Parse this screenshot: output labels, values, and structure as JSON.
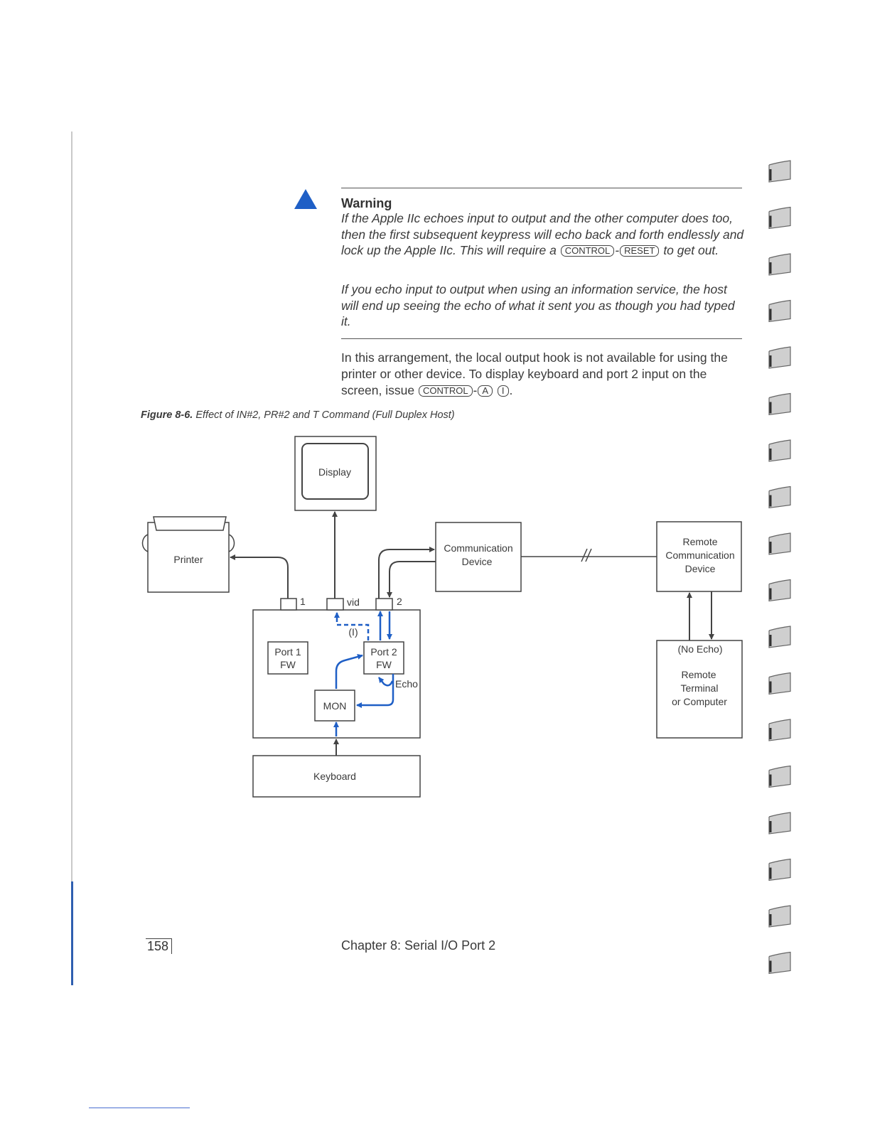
{
  "warning": {
    "title": "Warning",
    "text_1_pre": "If the Apple IIc echoes input to output and the other computer does too, then the first subsequent keypress will echo back and forth endlessly and lock up the Apple IIc. This will require a",
    "key_control": "CONTROL",
    "key_reset": "RESET",
    "text_1_post": "to get out.",
    "text_2": "If you echo input to output when using an information service, the host will end up seeing the echo of what it sent you as though you had typed it.",
    "icon": "warning-triangle-icon",
    "icon_color": "#1f5fc6"
  },
  "body": {
    "paragraph_pre": "In this arrangement, the local output hook is not available for using the printer or other device. To display keyboard and port 2 input on the screen, issue",
    "key_control": "CONTROL",
    "key_a": "A",
    "key_i": "I"
  },
  "figure": {
    "caption_label": "Figure 8-6.",
    "caption_text": "Effect of IN#2, PR#2 and T Command (Full Duplex Host)",
    "arrow_color": "#1f5fc6",
    "labels": {
      "display": "Display",
      "printer": "Printer",
      "comm_device_1": "Communication",
      "comm_device_2": "Device",
      "remote_comm_1": "Remote",
      "remote_comm_2": "Communication",
      "remote_comm_3": "Device",
      "port_1_number": "1",
      "vid": "vid",
      "port_2_number": "2",
      "i_label": "(I)",
      "port1_fw_1": "Port 1",
      "port1_fw_2": "FW",
      "port2_fw_1": "Port 2",
      "port2_fw_2": "FW",
      "echo": "Echo",
      "mon": "MON",
      "keyboard": "Keyboard",
      "no_echo": "(No Echo)",
      "remote_terminal_1": "Remote",
      "remote_terminal_2": "Terminal",
      "remote_terminal_3": "or Computer"
    }
  },
  "footer": {
    "page_number": "158",
    "running_title": "Chapter 8: Serial I/O Port 2"
  }
}
